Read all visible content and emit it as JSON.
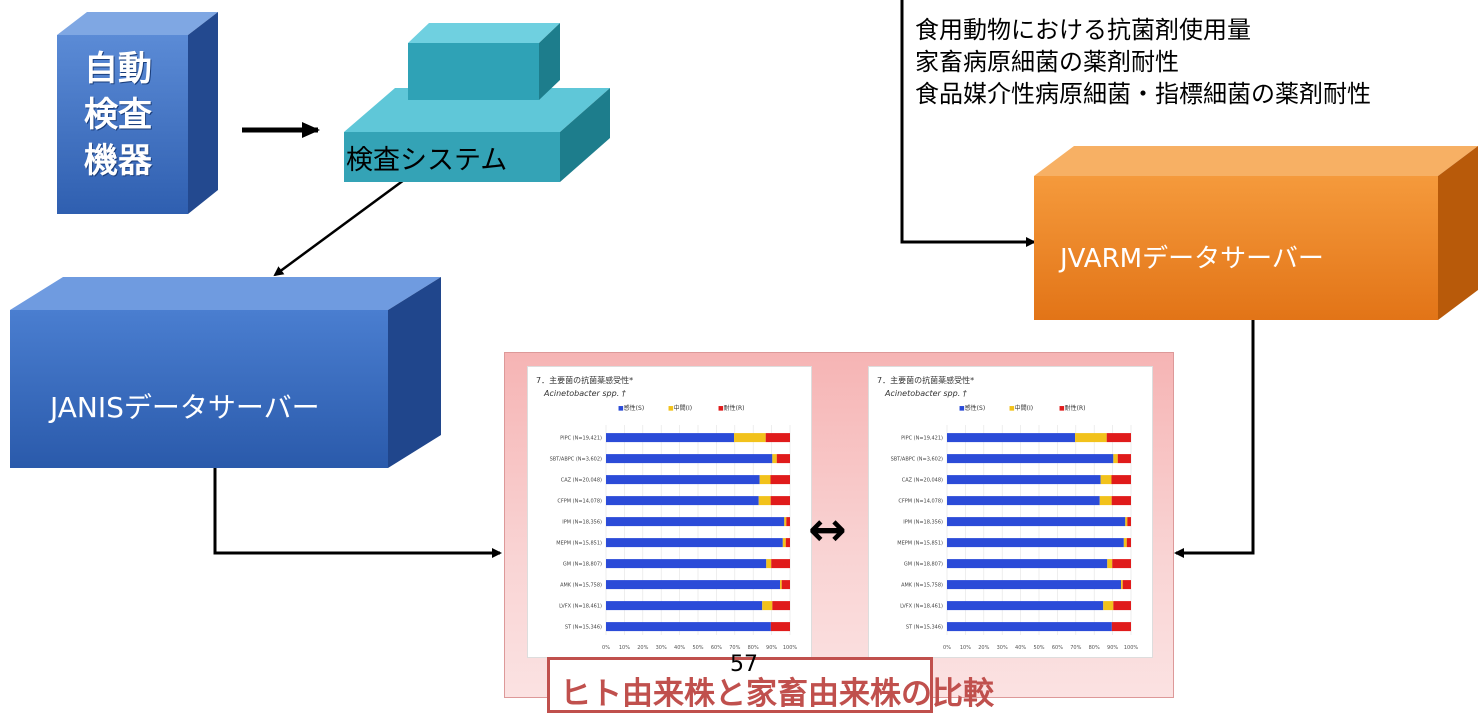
{
  "device": {
    "label_lines": [
      "自動",
      "検査",
      "機器"
    ]
  },
  "inspection_system": {
    "label": "検査システム"
  },
  "janis_server": {
    "label": "JANISデータサーバー"
  },
  "jvarm_server": {
    "label": "JVARMデータサーバー"
  },
  "jvarm_inputs": [
    "食用動物における抗菌剤使用量",
    "家畜病原細菌の薬剤耐性",
    "食品媒介性病原細菌・指標細菌の薬剤耐性"
  ],
  "comparison": {
    "caption": "ヒト由来株と家畜由来株の比較",
    "page_number": "57",
    "arrow_symbol": "↔"
  },
  "chart_cards": [
    {
      "title": "7．主要菌の抗菌薬感受性*",
      "organism": "Acinetobacter spp. †",
      "legend": [
        "感性(S)",
        "中間(I)",
        "耐性(R)"
      ]
    },
    {
      "title": "7．主要菌の抗菌薬感受性*",
      "organism": "Acinetobacter spp. †",
      "legend": [
        "感性(S)",
        "中間(I)",
        "耐性(R)"
      ]
    }
  ],
  "chart_data": {
    "type": "bar",
    "stacked": true,
    "orientation": "horizontal",
    "categories": [
      "PIPC (N=19,421)",
      "SBT/ABPC (N=3,602)",
      "CAZ (N=20,048)",
      "CFPM (N=14,078)",
      "IPM (N=18,356)",
      "MEPM (N=15,851)",
      "GM (N=18,807)",
      "AMK (N=15,758)",
      "LVFX (N=18,461)",
      "ST (N=15,346)"
    ],
    "series": [
      {
        "name": "感性(S)",
        "values": [
          69.6,
          90.4,
          83.5,
          83.0,
          96.9,
          96.1,
          87.1,
          94.6,
          84.9,
          89.6
        ]
      },
      {
        "name": "中間(I)",
        "values": [
          17.2,
          2.4,
          5.9,
          6.5,
          1.1,
          1.6,
          2.7,
          0.9,
          5.5,
          0.0
        ]
      },
      {
        "name": "耐性(R)",
        "values": [
          13.2,
          7.2,
          10.6,
          10.5,
          2.0,
          2.3,
          10.2,
          4.5,
          9.6,
          10.4
        ]
      }
    ],
    "colors": [
      "#2b4bd8",
      "#f2c21b",
      "#e01b1b"
    ],
    "xlim": [
      0,
      100
    ],
    "x_ticks": [
      "0%",
      "10%",
      "20%",
      "30%",
      "40%",
      "50%",
      "60%",
      "70%",
      "80%",
      "90%",
      "100%"
    ]
  }
}
